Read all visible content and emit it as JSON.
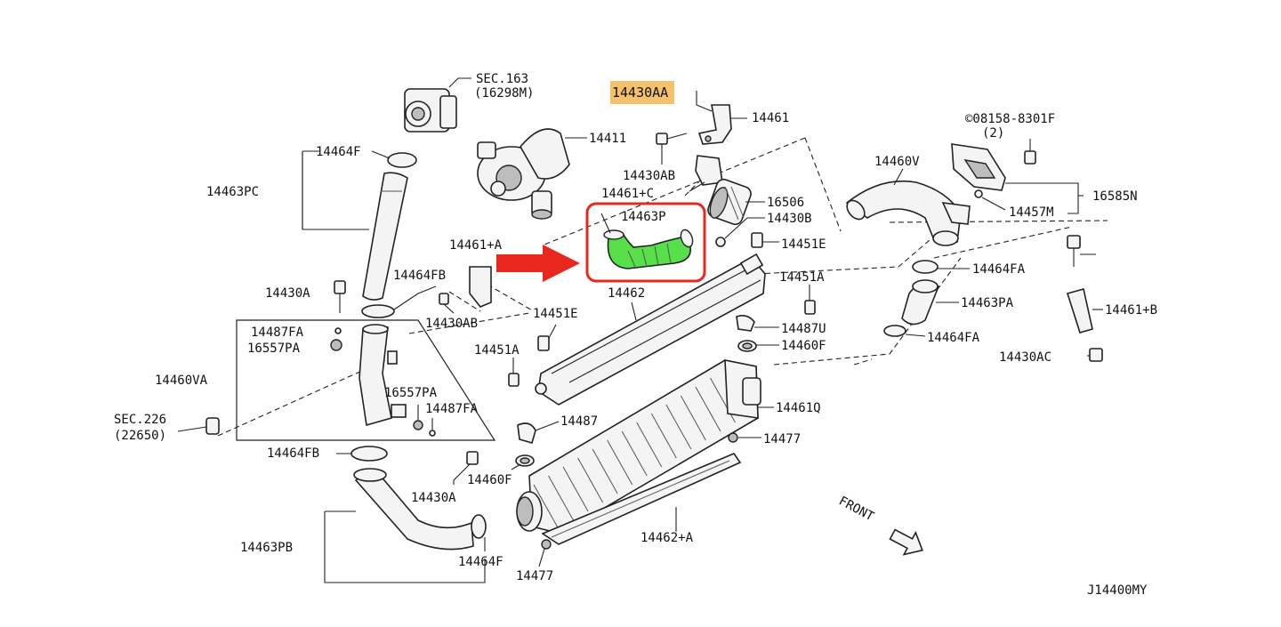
{
  "colors": {
    "highlight_box": "#e8271f",
    "highlight_part": "#57e04a",
    "highlight_label": "#f5c26b",
    "arrow": "#e8271f",
    "line": "#222222"
  },
  "labels": {
    "sec163": "SEC.163",
    "sec163_sub": "(16298M)",
    "p14430AA": "14430AA",
    "p14461": "14461",
    "p14411": "14411",
    "p14430AB_top": "14430AB",
    "p14461C": "14461+C",
    "p16506": "16506",
    "p14430B": "14430B",
    "p14463P": "14463P",
    "p14451E_right": "14451E",
    "p14464F_top": "14464F",
    "p14463PC": "14463PC",
    "p14461A": "14461+A",
    "p14464FB_mid": "14464FB",
    "p14430A_top": "14430A",
    "p14430AB_mid": "14430AB",
    "p14462": "14462",
    "p14451A_right": "14451A",
    "p14487U": "14487U",
    "p14460F_right": "14460F",
    "p14451E_mid": "14451E",
    "p14487FA_top": "14487FA",
    "p16557PA_top": "16557PA",
    "p14460VA": "14460VA",
    "p14451A_mid": "14451A",
    "p16557PA_bot": "16557PA",
    "p14487FA_bot": "14487FA",
    "sec226": "SEC.226",
    "sec226_sub": "(22650)",
    "p14487": "14487",
    "p14461Q": "14461Q",
    "p14477_right": "14477",
    "p14464FB_bot": "14464FB",
    "p14460F_bot": "14460F",
    "p14430A_bot": "14430A",
    "p14463PB": "14463PB",
    "p14464F_bot": "14464F",
    "p14477_bot": "14477",
    "p14462A": "14462+A",
    "front": "FRONT",
    "bolt_code": "©08158-8301F",
    "bolt_qty": "(2)",
    "p14460V": "14460V",
    "p16585N": "16585N",
    "p14457M": "14457M",
    "p14464FA_top": "14464FA",
    "p14463PA": "14463PA",
    "p14464FA_bot": "14464FA",
    "p14461B": "14461+B",
    "p14430AC": "14430AC",
    "diagram_id": "J14400MY"
  }
}
